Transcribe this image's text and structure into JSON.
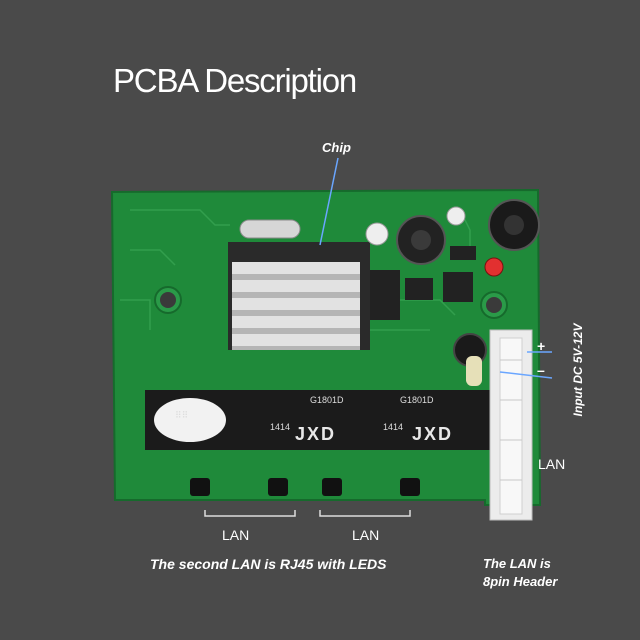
{
  "title": "PCBA Description",
  "labels": {
    "chip": "Chip",
    "lan_left": "LAN",
    "lan_middle": "LAN",
    "lan_right": "LAN",
    "second_lan_note": "The second LAN is RJ45 with LEDS",
    "header_note_line1": "The LAN is",
    "header_note_line2": "8pin Header",
    "power_input": "Input DC 5V-12V",
    "plus_sign": "+",
    "minus_sign": "–"
  },
  "components": {
    "rj45_part": "G1801D",
    "rj45_code": "1414",
    "rj45_brand": "JXD"
  },
  "colors": {
    "background": "#4a4a4a",
    "pcb_green": "#1f8a3a",
    "label_text": "#ffffff",
    "heatsink": "#c8c8c8",
    "jack_body": "#1b1b1b",
    "connector": "#ececec"
  }
}
